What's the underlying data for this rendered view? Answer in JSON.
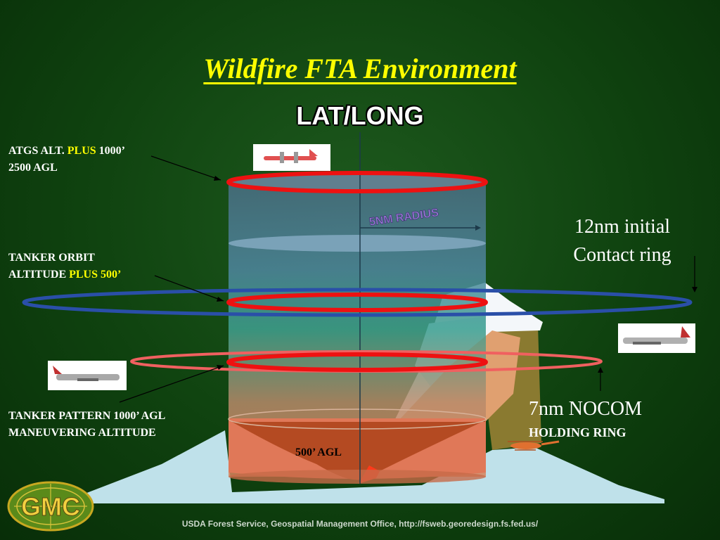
{
  "title": "Wildfire FTA Environment",
  "center_label": "LAT/LONG",
  "radius_label": "5NM RADIUS",
  "labels": {
    "atgs_line1_prefix": "ATGS ALT.",
    "atgs_line1_plus": "PLUS",
    "atgs_line1_suffix": "1000’",
    "atgs_line2": "2500 AGL",
    "orbit_line1": "TANKER ORBIT",
    "orbit_line2_prefix": "ALTITUDE",
    "orbit_line2_plus": "PLUS 500’",
    "pattern_line1": "TANKER PATTERN 1000’ AGL",
    "pattern_line2": "MANEUVERING ALTITUDE",
    "agl_500": "500’ AGL",
    "contact_line1": "12nm initial",
    "contact_line2": "Contact ring",
    "nocom_line1": "7nm NOCOM",
    "nocom_line2": "HOLDING RING"
  },
  "logo_text": "GMC",
  "footer": "USDA Forest Service, Geospatial Management Office, http://fsweb.georedesign.fs.fed.us/",
  "colors": {
    "background": "#0f420f",
    "title": "#ffff00",
    "red_ring": "#ee1111",
    "blue_ring": "#2a4fa8",
    "pink_ring": "#f06060"
  }
}
